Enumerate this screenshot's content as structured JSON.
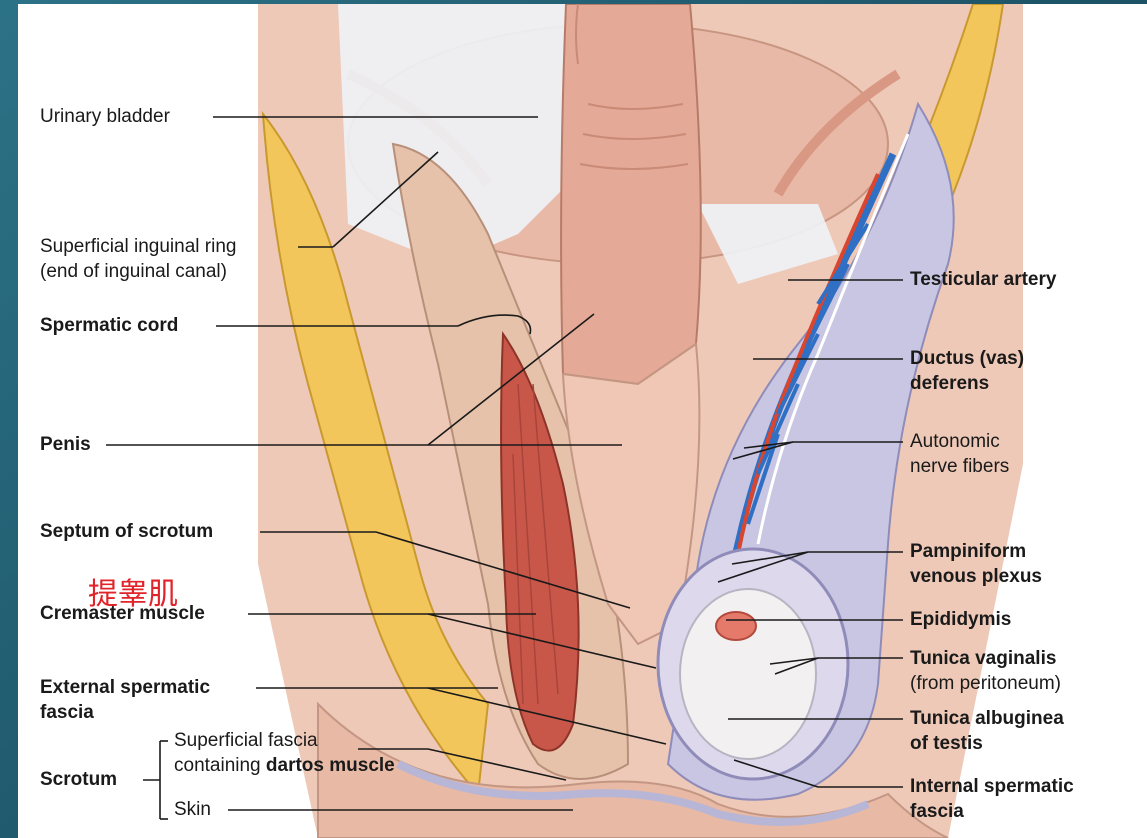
{
  "labels": {
    "urinary_bladder": "Urinary bladder",
    "superficial_inguinal_ring": "Superficial inguinal ring",
    "superficial_inguinal_ring_sub": "(end of inguinal canal)",
    "spermatic_cord": "Spermatic cord",
    "penis": "Penis",
    "septum_of_scrotum": "Septum of scrotum",
    "cremaster_muscle": "Cremaster muscle",
    "external_spermatic_1": "External spermatic",
    "external_spermatic_2": "fascia",
    "scrotum": "Scrotum",
    "superficial_fascia": "Superficial fascia",
    "containing": "containing ",
    "dartos_muscle": "dartos muscle",
    "skin": "Skin",
    "testicular_artery": "Testicular artery",
    "ductus_1": "Ductus (vas)",
    "ductus_2": "deferens",
    "autonomic_1": "Autonomic",
    "autonomic_2": "nerve fibers",
    "pampiniform_1": "Pampiniform",
    "pampiniform_2": "venous plexus",
    "epididymis": "Epididymis",
    "tunica_vaginalis": "Tunica vaginalis",
    "tunica_vaginalis_sub": "(from peritoneum)",
    "tunica_albuginea_1": "Tunica albuginea",
    "tunica_albuginea_2": "of testis",
    "internal_spermatic_1": "Internal spermatic",
    "internal_spermatic_2": "fascia"
  },
  "annotation_cn": "提睾肌",
  "colors": {
    "background": "#1f5f73",
    "skin": "#e8b9a4",
    "muscle": "#c8574a",
    "fat": "#f2c65a",
    "artery": "#d9462f",
    "vein": "#2f6fc4",
    "fascia": "#b7b6d6",
    "annotation": "#e0242a"
  }
}
